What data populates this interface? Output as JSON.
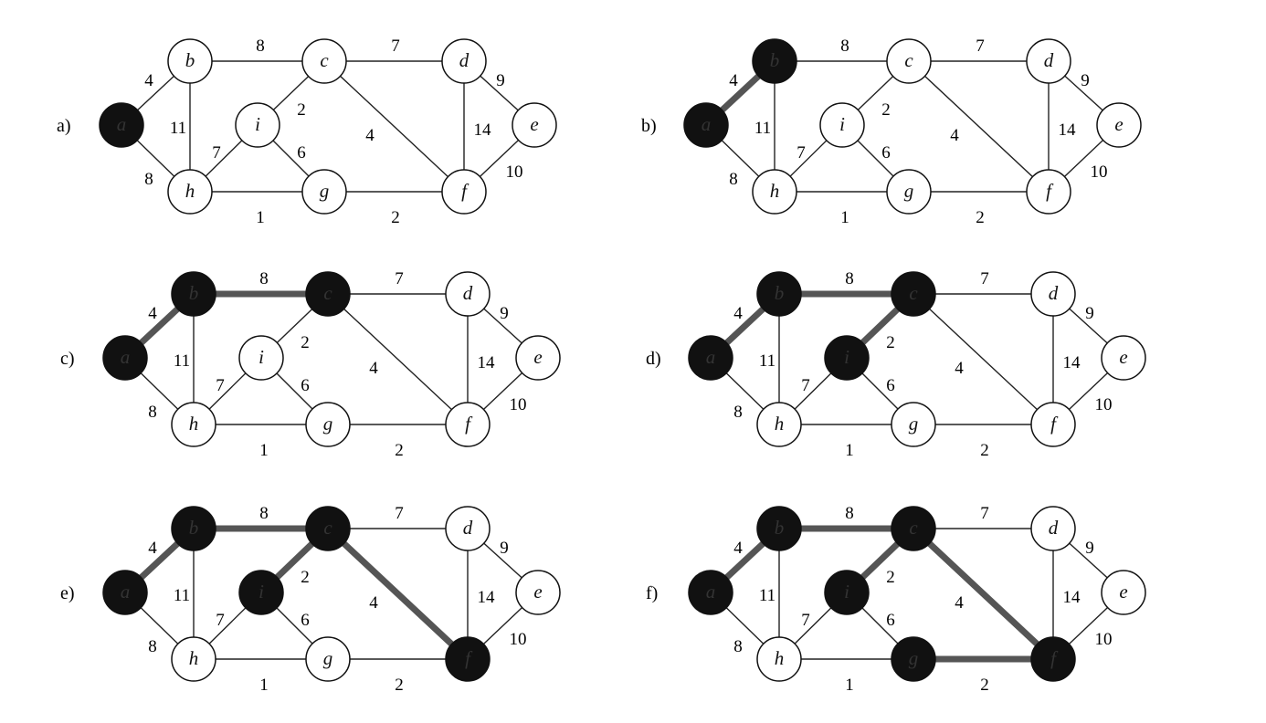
{
  "nodes": [
    "a",
    "b",
    "c",
    "d",
    "e",
    "f",
    "g",
    "h",
    "i"
  ],
  "edges": [
    {
      "u": "a",
      "v": "b",
      "w": "4"
    },
    {
      "u": "a",
      "v": "h",
      "w": "8"
    },
    {
      "u": "b",
      "v": "c",
      "w": "8"
    },
    {
      "u": "b",
      "v": "h",
      "w": "11"
    },
    {
      "u": "c",
      "v": "d",
      "w": "7"
    },
    {
      "u": "c",
      "v": "i",
      "w": "2"
    },
    {
      "u": "c",
      "v": "f",
      "w": "4"
    },
    {
      "u": "d",
      "v": "e",
      "w": "9"
    },
    {
      "u": "d",
      "v": "f",
      "w": "14"
    },
    {
      "u": "e",
      "v": "f",
      "w": "10"
    },
    {
      "u": "h",
      "v": "i",
      "w": "7"
    },
    {
      "u": "h",
      "v": "g",
      "w": "1"
    },
    {
      "u": "i",
      "v": "g",
      "w": "6"
    },
    {
      "u": "g",
      "v": "f",
      "w": "2"
    }
  ],
  "panels": [
    {
      "label": "a)",
      "black": [
        "a"
      ],
      "tree": []
    },
    {
      "label": "b)",
      "black": [
        "a",
        "b"
      ],
      "tree": [
        "a-b"
      ]
    },
    {
      "label": "c)",
      "black": [
        "a",
        "b",
        "c"
      ],
      "tree": [
        "a-b",
        "b-c"
      ]
    },
    {
      "label": "d)",
      "black": [
        "a",
        "b",
        "c",
        "i"
      ],
      "tree": [
        "a-b",
        "b-c",
        "c-i"
      ]
    },
    {
      "label": "e)",
      "black": [
        "a",
        "b",
        "c",
        "i",
        "f"
      ],
      "tree": [
        "a-b",
        "b-c",
        "c-i",
        "c-f"
      ]
    },
    {
      "label": "f)",
      "black": [
        "a",
        "b",
        "c",
        "i",
        "f",
        "g"
      ],
      "tree": [
        "a-b",
        "b-c",
        "c-i",
        "c-f",
        "g-f"
      ]
    }
  ],
  "colors": {
    "node_black": "#111111",
    "tree_edge": "#555555",
    "edge": "#222222"
  }
}
